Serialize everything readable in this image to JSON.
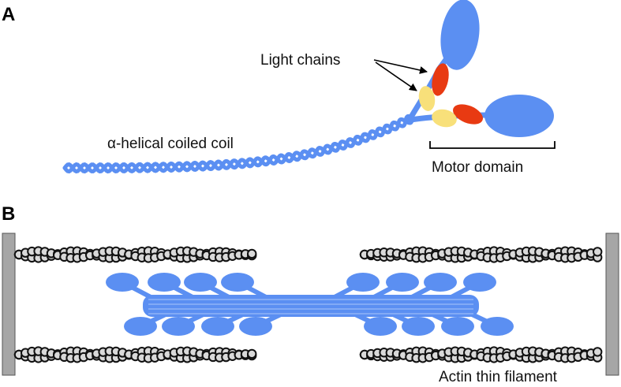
{
  "panel_a": {
    "letter": "A",
    "labels": {
      "light_chains": "Light chains",
      "coiled_coil": "α-helical coiled coil",
      "motor_domain": "Motor domain"
    }
  },
  "panel_b": {
    "letter": "B",
    "labels": {
      "actin": "Actin thin filament"
    }
  },
  "colors": {
    "myosin_blue": "#5b8ff2",
    "strand_light": "#8fb4f7",
    "light_chain_red": "#e83a12",
    "light_chain_yellow": "#f8e07a",
    "actin_bead_fill": "#d9d9d9",
    "actin_bead_stroke": "#111111",
    "z_disc_gray": "#a6a6a6"
  }
}
